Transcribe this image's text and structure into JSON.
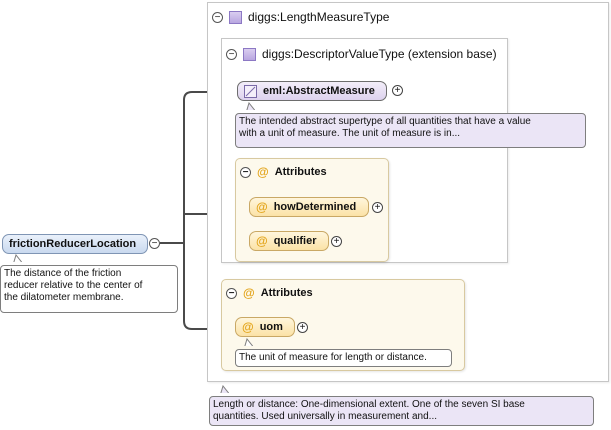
{
  "root_element": {
    "name": "frictionReducerLocation",
    "annotation": [
      "The distance of the friction",
      "reducer relative to the center of",
      "the dilatometer membrane."
    ],
    "toggle": "−"
  },
  "length_measure_type": {
    "name": "diggs:LengthMeasureType",
    "toggle": "−",
    "annotation": [
      "Length or distance: One-dimensional extent. One of the seven SI base",
      "quantities. Used universally in measurement and..."
    ]
  },
  "descriptor_value_type": {
    "name": "diggs:DescriptorValueType (extension base)",
    "toggle": "−"
  },
  "abstract_measure": {
    "name": "eml:AbstractMeasure",
    "expand": "+",
    "annotation": [
      "The intended abstract supertype of all quantities that have a value",
      "with a unit of measure. The unit of measure is in..."
    ]
  },
  "inner_attributes": {
    "title": "Attributes",
    "toggle": "−",
    "at_symbol": "@",
    "items": [
      {
        "name": "howDetermined",
        "expand": "+"
      },
      {
        "name": "qualifier",
        "expand": "+"
      }
    ]
  },
  "outer_attributes": {
    "title": "Attributes",
    "toggle": "−",
    "at_symbol": "@",
    "items": [
      {
        "name": "uom",
        "expand": "+",
        "annotation": "The unit of measure for length or distance."
      }
    ]
  },
  "colors": {
    "attribute_fill": "#fdf9ec",
    "attribute_pill": "#fbe2a6",
    "element_pill": "#c9d9ef",
    "abstract_pill": "#ddd2ee",
    "connector": "#4a4a4a"
  }
}
